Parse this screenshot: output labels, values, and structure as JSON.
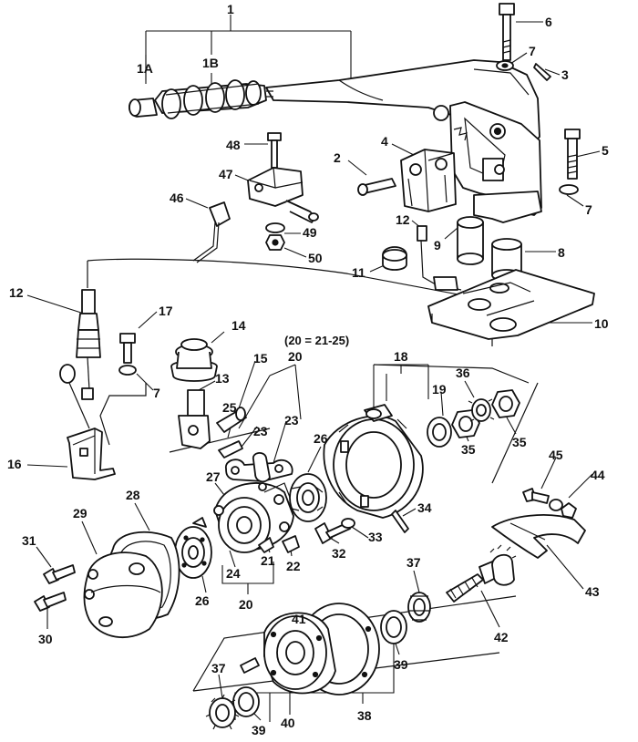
{
  "note": "(20 = 21-25)",
  "callouts": [
    {
      "id": "c1",
      "text": "1"
    },
    {
      "id": "c1a",
      "text": "1A"
    },
    {
      "id": "c1b",
      "text": "1B"
    },
    {
      "id": "c2",
      "text": "2"
    },
    {
      "id": "c3",
      "text": "3"
    },
    {
      "id": "c4",
      "text": "4"
    },
    {
      "id": "c5",
      "text": "5"
    },
    {
      "id": "c6",
      "text": "6"
    },
    {
      "id": "c7a",
      "text": "7"
    },
    {
      "id": "c7b",
      "text": "7"
    },
    {
      "id": "c7c",
      "text": "7"
    },
    {
      "id": "c8",
      "text": "8"
    },
    {
      "id": "c9",
      "text": "9"
    },
    {
      "id": "c10",
      "text": "10"
    },
    {
      "id": "c11",
      "text": "11"
    },
    {
      "id": "c12a",
      "text": "12"
    },
    {
      "id": "c12b",
      "text": "12"
    },
    {
      "id": "c13",
      "text": "13"
    },
    {
      "id": "c14",
      "text": "14"
    },
    {
      "id": "c15",
      "text": "15"
    },
    {
      "id": "c16",
      "text": "16"
    },
    {
      "id": "c17",
      "text": "17"
    },
    {
      "id": "c18",
      "text": "18"
    },
    {
      "id": "c19",
      "text": "19"
    },
    {
      "id": "c20a",
      "text": "20"
    },
    {
      "id": "c20b",
      "text": "20"
    },
    {
      "id": "c21",
      "text": "21"
    },
    {
      "id": "c22",
      "text": "22"
    },
    {
      "id": "c23a",
      "text": "23"
    },
    {
      "id": "c23b",
      "text": "23"
    },
    {
      "id": "c24",
      "text": "24"
    },
    {
      "id": "c25",
      "text": "25"
    },
    {
      "id": "c26a",
      "text": "26"
    },
    {
      "id": "c26b",
      "text": "26"
    },
    {
      "id": "c27",
      "text": "27"
    },
    {
      "id": "c28",
      "text": "28"
    },
    {
      "id": "c29",
      "text": "29"
    },
    {
      "id": "c30",
      "text": "30"
    },
    {
      "id": "c31",
      "text": "31"
    },
    {
      "id": "c32",
      "text": "32"
    },
    {
      "id": "c33",
      "text": "33"
    },
    {
      "id": "c34",
      "text": "34"
    },
    {
      "id": "c35a",
      "text": "35"
    },
    {
      "id": "c35b",
      "text": "35"
    },
    {
      "id": "c36",
      "text": "36"
    },
    {
      "id": "c37a",
      "text": "37"
    },
    {
      "id": "c37b",
      "text": "37"
    },
    {
      "id": "c38",
      "text": "38"
    },
    {
      "id": "c39a",
      "text": "39"
    },
    {
      "id": "c39b",
      "text": "39"
    },
    {
      "id": "c40",
      "text": "40"
    },
    {
      "id": "c41",
      "text": "41"
    },
    {
      "id": "c42",
      "text": "42"
    },
    {
      "id": "c43",
      "text": "43"
    },
    {
      "id": "c44",
      "text": "44"
    },
    {
      "id": "c45",
      "text": "45"
    },
    {
      "id": "c46",
      "text": "46"
    },
    {
      "id": "c47",
      "text": "47"
    },
    {
      "id": "c48",
      "text": "48"
    },
    {
      "id": "c49",
      "text": "49"
    },
    {
      "id": "c50",
      "text": "50"
    }
  ]
}
